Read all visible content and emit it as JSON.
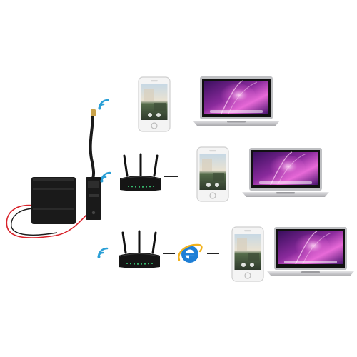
{
  "colors": {
    "wifi": "#2a9fd6",
    "device_dark": "#1a1a1a",
    "router_body": "#151515",
    "router_led": "#3ad07a",
    "phone_body": "#f2f2f2",
    "laptop_silver": "#c9c9cc",
    "screen_purple": "#8a2a9c",
    "screen_pink": "#e86ad8",
    "wire_red": "#d8222a",
    "ie_blue": "#1f7fd6",
    "ie_ring": "#f2b21c"
  },
  "icons": {
    "wifi": "wifi-signal-icon",
    "browser": "internet-explorer-icon",
    "router": "wifi-router-icon",
    "phone": "smartphone-icon",
    "laptop": "laptop-icon",
    "camera": "mini-camera-module-icon",
    "battery": "battery-pack-icon"
  },
  "rows": [
    {
      "id": "direct",
      "connections": [
        "wifi",
        "phone",
        "laptop"
      ]
    },
    {
      "id": "lan",
      "connections": [
        "wifi",
        "router",
        "phone",
        "laptop"
      ]
    },
    {
      "id": "remote",
      "connections": [
        "wifi",
        "router",
        "browser",
        "phone",
        "laptop"
      ]
    }
  ]
}
